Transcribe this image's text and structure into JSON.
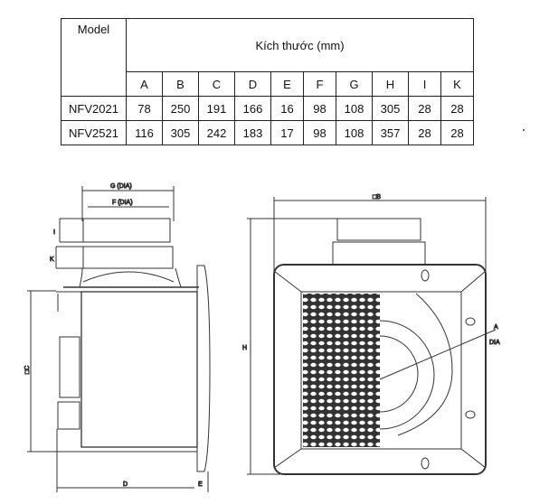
{
  "table": {
    "model_header": "Model",
    "size_header": "Kích thước (mm)",
    "columns": [
      "A",
      "B",
      "C",
      "D",
      "E",
      "F",
      "G",
      "H",
      "I",
      "K"
    ],
    "rows": [
      {
        "model": "NFV2021",
        "values": [
          "78",
          "250",
          "191",
          "166",
          "16",
          "98",
          "108",
          "305",
          "28",
          "28"
        ]
      },
      {
        "model": "NFV2521",
        "values": [
          "116",
          "305",
          "242",
          "183",
          "17",
          "98",
          "108",
          "357",
          "28",
          "28"
        ]
      }
    ]
  },
  "drawing": {
    "labels": {
      "g": "G (DIA)",
      "f": "F (DIA)",
      "i": "I",
      "k": "K",
      "c": "□C",
      "d": "D",
      "e": "E",
      "b": "□B",
      "h": "H",
      "a": "A",
      "dia": "DIA"
    }
  }
}
